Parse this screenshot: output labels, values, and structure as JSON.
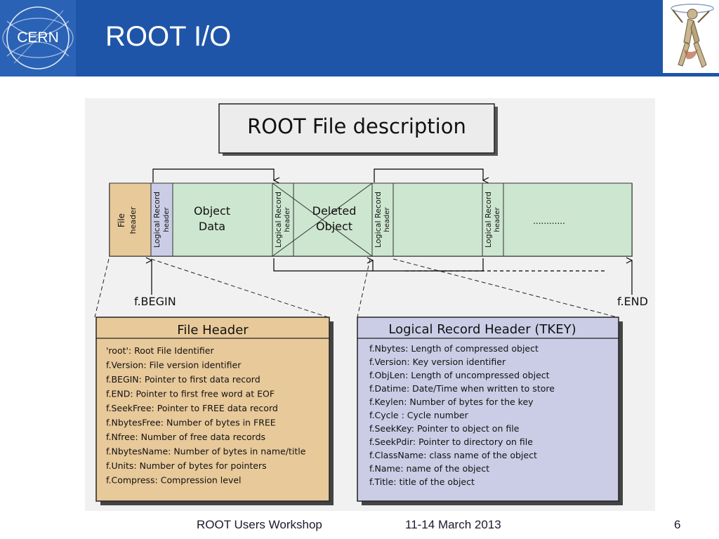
{
  "header": {
    "title": "ROOT I/O",
    "logo_text": "CERN",
    "bg_color": "#1f55a8"
  },
  "diagram": {
    "title": "ROOT File description",
    "file_layout": {
      "file_header": [
        "File",
        "header"
      ],
      "logical_record_header": [
        "Logical Record",
        "header"
      ],
      "object_data": [
        "Object",
        "Data"
      ],
      "deleted_object": [
        "Deleted",
        "Object"
      ],
      "ellipsis": "............"
    },
    "markers": {
      "begin": "f.BEGIN",
      "end": "f.END"
    },
    "file_header_box": {
      "title": "File Header",
      "lines": [
        "'root': Root File Identifier",
        "f.Version: File version identifier",
        "f.BEGIN: Pointer to first data record",
        "f.END: Pointer to first free word at EOF",
        "f.SeekFree: Pointer to FREE data record",
        "f.NbytesFree: Number of bytes in FREE",
        "f.Nfree: Number of free data records",
        "f.NbytesName: Number of bytes in name/title",
        "f.Units: Number of bytes for pointers",
        "f.Compress: Compression level"
      ]
    },
    "tkey_box": {
      "title": "Logical Record Header (TKEY)",
      "lines": [
        "f.Nbytes: Length of compressed object",
        "f.Version: Key version identifier",
        "f.ObjLen: Length of uncompressed object",
        "f.Datime: Date/Time when written to store",
        "f.Keylen: Number of bytes for the key",
        "f.Cycle : Cycle number",
        "f.SeekKey: Pointer to object on file",
        "f.SeekPdir: Pointer to directory on file",
        "f.ClassName: class name of the object",
        "f.Name: name of the object",
        "f.Title: title of the object"
      ]
    },
    "colors": {
      "file_header_fill": "#e8c99a",
      "record_header_fill": "#cbcde6",
      "data_fill": "#cde6d0",
      "tkey_fill": "#cbcde6"
    }
  },
  "footer": {
    "event": "ROOT Users Workshop",
    "date": "11-14 March 2013",
    "page": "6"
  }
}
